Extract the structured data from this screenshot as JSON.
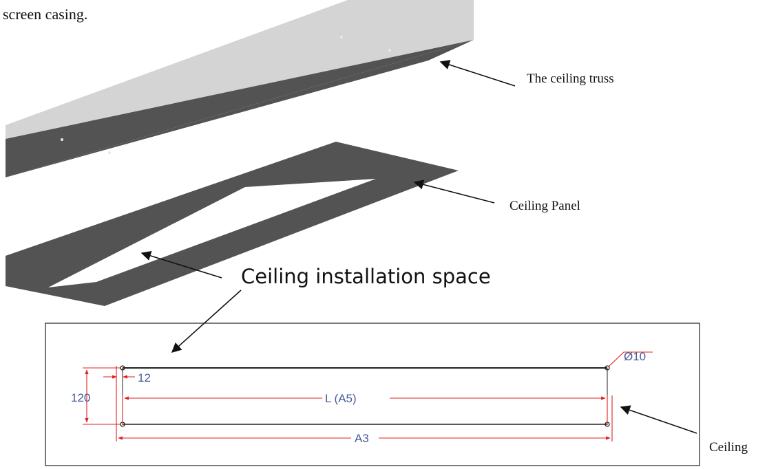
{
  "intro_text": "screen casing.",
  "labels": {
    "truss": "The ceiling truss",
    "panel": "Ceiling Panel",
    "space": "Ceiling installation space",
    "ceiling": "Ceiling"
  },
  "dimensions": {
    "height": "120",
    "offset": "12",
    "hole": "Ø10",
    "length": "L (A5)",
    "total": "A3"
  },
  "colors": {
    "panel_dark": "#535353",
    "truss_edge": "#d4d4d4",
    "dimension_red": "#e02020",
    "dimension_text": "#4a5a9a"
  }
}
